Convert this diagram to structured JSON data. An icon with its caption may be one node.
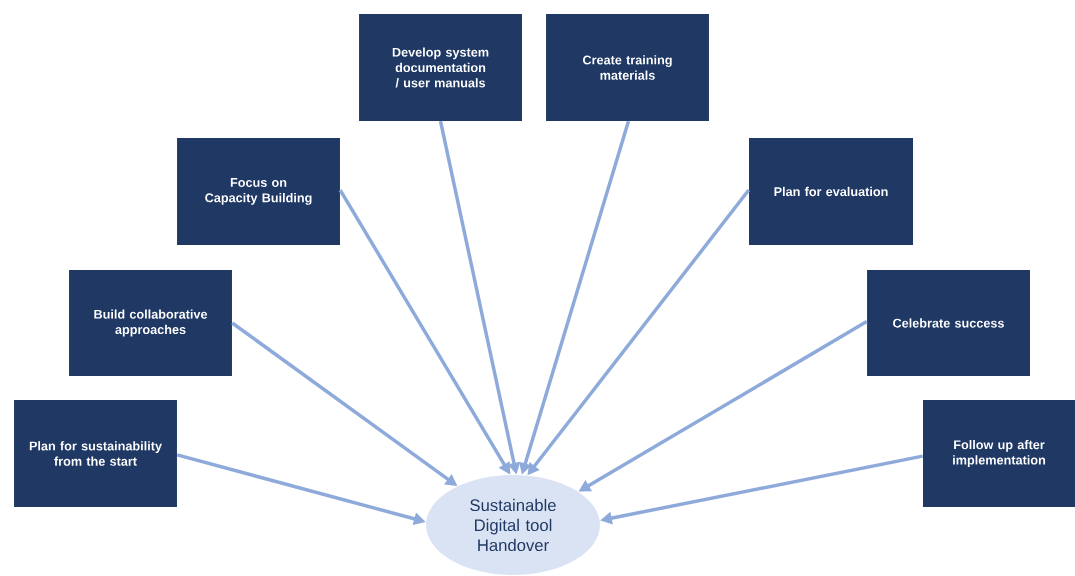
{
  "diagram": {
    "nodes": [
      {
        "text": [
          "Plan for sustainability from the start"
        ]
      },
      {
        "text": [
          "Build collaborative approaches"
        ]
      },
      {
        "text": [
          "Focus on Capacity Building"
        ]
      },
      {
        "text": [
          "Develop system documentation / user manuals"
        ]
      },
      {
        "text": [
          "Create training materials"
        ]
      },
      {
        "text": [
          "Plan for evaluation"
        ]
      },
      {
        "text": [
          "Celebrate success"
        ]
      },
      {
        "text": [
          "Follow up after implementation"
        ]
      },
      {
        "text": [
          "Sustainable Digital tool Handover"
        ]
      }
    ],
    "edges": [
      {
        "from": 0,
        "to": 8,
        "arrow": "to"
      },
      {
        "from": 1,
        "to": 8,
        "arrow": "to"
      },
      {
        "from": 2,
        "to": 8,
        "arrow": "to"
      },
      {
        "from": 3,
        "to": 8,
        "arrow": "to"
      },
      {
        "from": 4,
        "to": 8,
        "arrow": "to"
      },
      {
        "from": 5,
        "to": 8,
        "arrow": "to"
      },
      {
        "from": 6,
        "to": 8,
        "arrow": "to"
      },
      {
        "from": 7,
        "to": 8,
        "arrow": "to"
      }
    ]
  }
}
